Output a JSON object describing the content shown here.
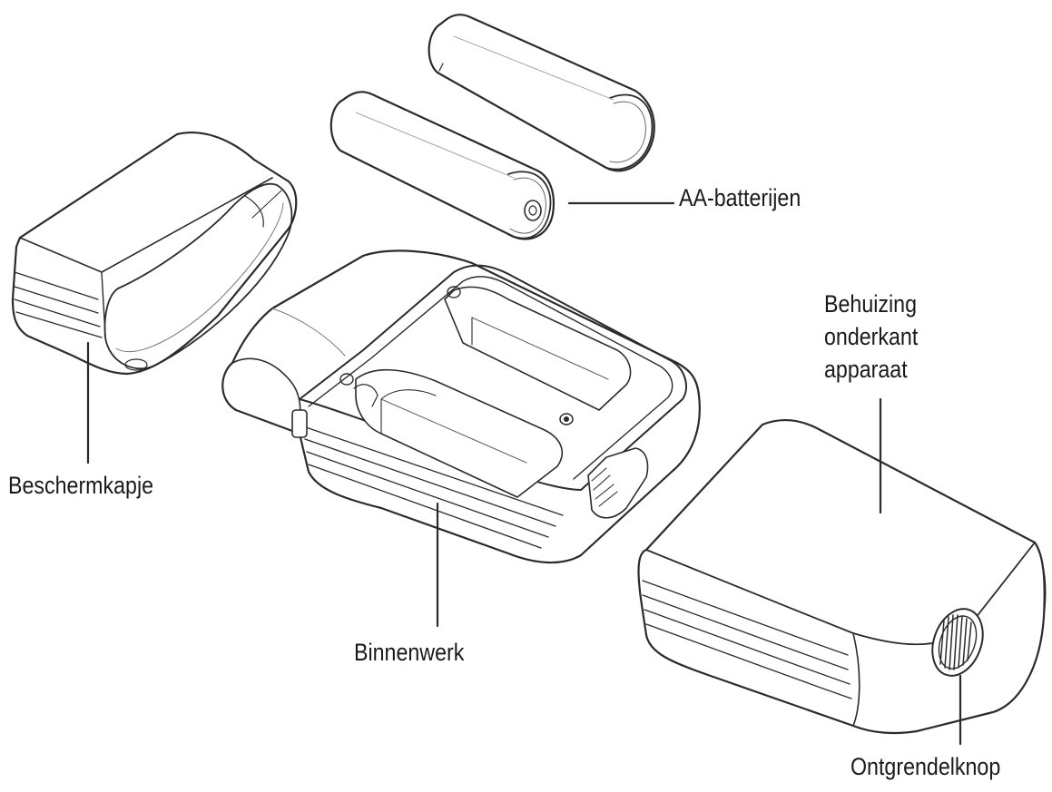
{
  "labels": {
    "batteries": "AA-batterijen",
    "protective_cap": "Beschermkapje",
    "housing_line1": "Behuizing",
    "housing_line2": "onderkant",
    "housing_line3": "apparaat",
    "internals": "Binnenwerk",
    "release_button": "Ontgrendelknop"
  },
  "colors": {
    "stroke": "#2b2b2b",
    "fill": "#ffffff",
    "text": "#1a1a1a"
  }
}
